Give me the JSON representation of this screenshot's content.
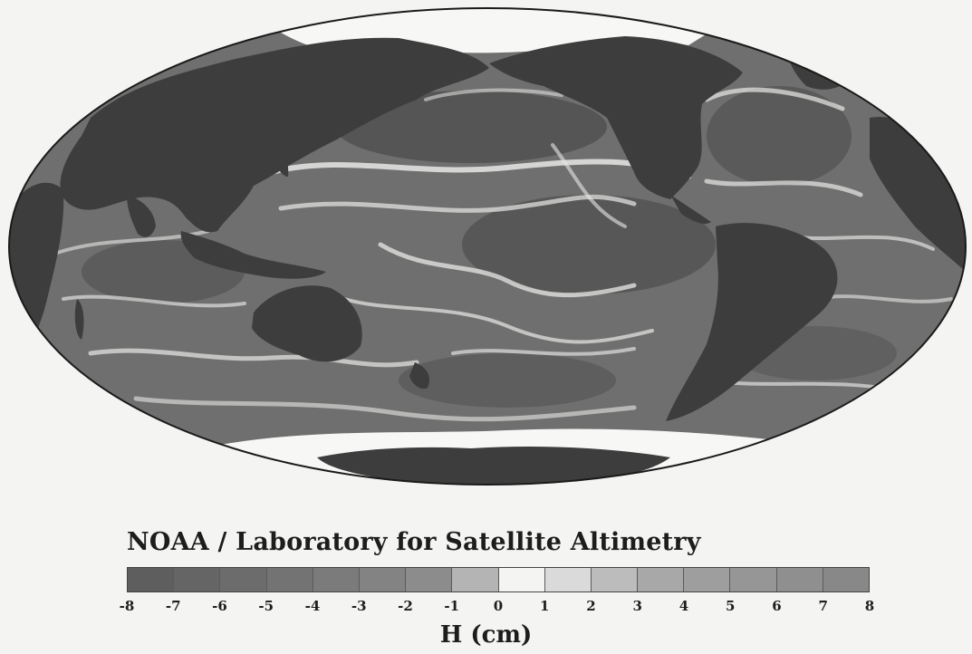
{
  "map": {
    "projection": "mollweide",
    "land_color": "#3d3d3d",
    "ice_color": "#f7f7f5",
    "ocean_color": "#6f6f6f",
    "outline_color": "#1a1a1a"
  },
  "credit": "NOAA / Laboratory for Satellite Altimetry",
  "legend": {
    "unit_label": "H (cm)",
    "tick_labels": [
      "-8",
      "-7",
      "-6",
      "-5",
      "-4",
      "-3",
      "-2",
      "-1",
      "0",
      "1",
      "2",
      "3",
      "4",
      "5",
      "6",
      "7",
      "8"
    ],
    "swatches": [
      "#5e5e5e",
      "#656565",
      "#6c6c6c",
      "#737373",
      "#7b7b7b",
      "#838383",
      "#8c8c8c",
      "#b4b4b4",
      "#f4f4f2",
      "#dadada",
      "#bcbcbc",
      "#a8a8a8",
      "#9e9e9e",
      "#969696",
      "#8f8f8f",
      "#888888"
    ]
  }
}
